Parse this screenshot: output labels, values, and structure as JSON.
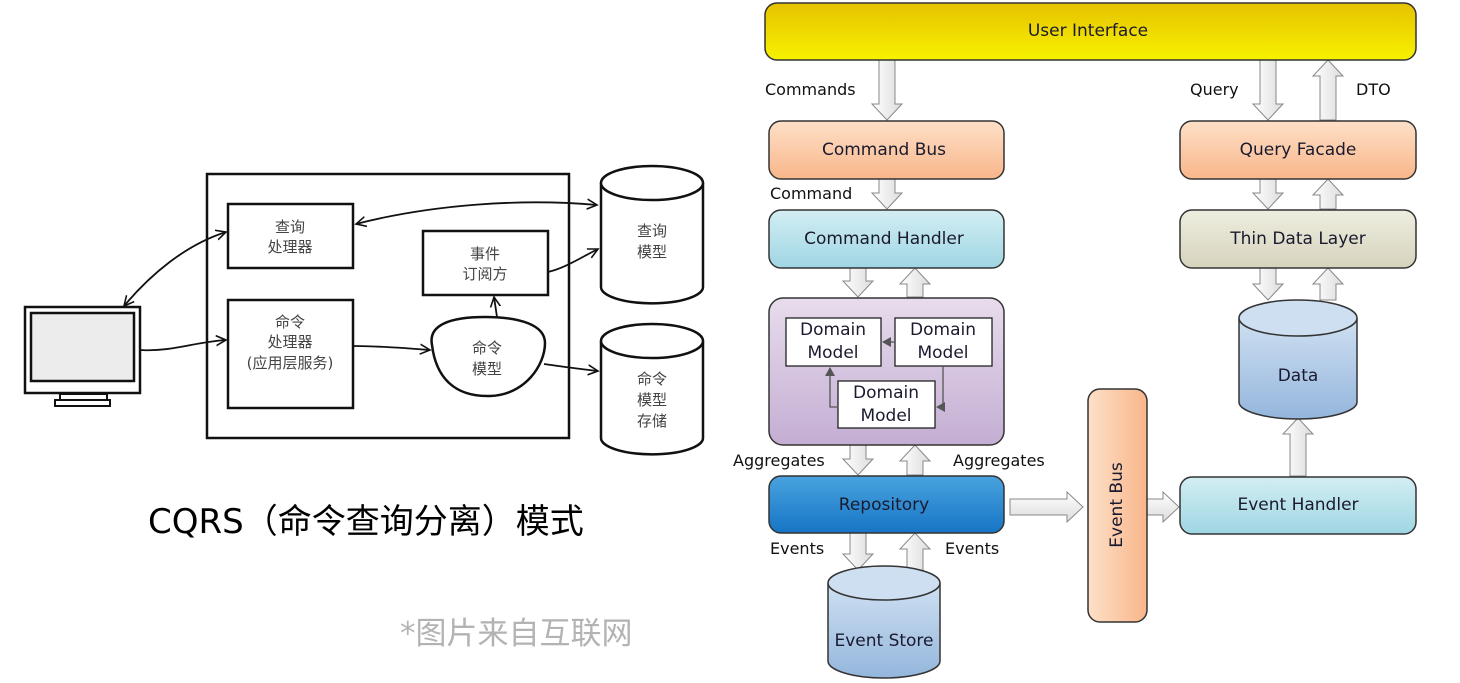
{
  "left_diagram": {
    "nodes": {
      "client": {
        "icon": "monitor-icon"
      },
      "query_handler": {
        "lines": [
          "查询",
          "处理器"
        ]
      },
      "command_handler": {
        "lines": [
          "命令",
          "处理器",
          "(应用层服务)"
        ]
      },
      "event_subscriber": {
        "lines": [
          "事件",
          "订阅方"
        ]
      },
      "command_model": {
        "lines": [
          "命令",
          "模型"
        ]
      },
      "query_model_db": {
        "lines": [
          "查询",
          "模型"
        ]
      },
      "command_store_db": {
        "lines": [
          "命令",
          "模型",
          "存储"
        ]
      }
    },
    "caption": "CQRS（命令查询分离）模式",
    "credit": "*图片来自互联网"
  },
  "right_diagram": {
    "user_interface": "User Interface",
    "command_bus": "Command Bus",
    "command_handler": "Command Handler",
    "domain_models": [
      "Domain\nModel",
      "Domain\nModel",
      "Domain\nModel"
    ],
    "domain_model_label": [
      "Domain",
      "Model"
    ],
    "repository": "Repository",
    "event_store": "Event Store",
    "event_bus": "Event Bus",
    "event_handler": "Event Handler",
    "query_facade": "Query Facade",
    "thin_data_layer": "Thin Data Layer",
    "data": "Data",
    "labels": {
      "commands": "Commands",
      "command": "Command",
      "aggregates_left": "Aggregates",
      "aggregates_right": "Aggregates",
      "events_left": "Events",
      "events_right": "Events",
      "query": "Query",
      "dto": "DTO"
    },
    "colors": {
      "ui_top": "#e6c200",
      "ui_bottom": "#f7f200",
      "orange_top": "#fde0c8",
      "orange_bottom": "#f9b68a",
      "cyan_top": "#d3eef3",
      "cyan_bottom": "#9fd6e3",
      "purple_top": "#e7dcec",
      "purple_bottom": "#c4aed3",
      "repo_top": "#4aa3df",
      "repo_bottom": "#1675c5",
      "beige_top": "#eeeee0",
      "beige_bottom": "#d6d3bc",
      "db_top": "#cfe0f2",
      "db_bottom": "#94b6dc"
    }
  }
}
